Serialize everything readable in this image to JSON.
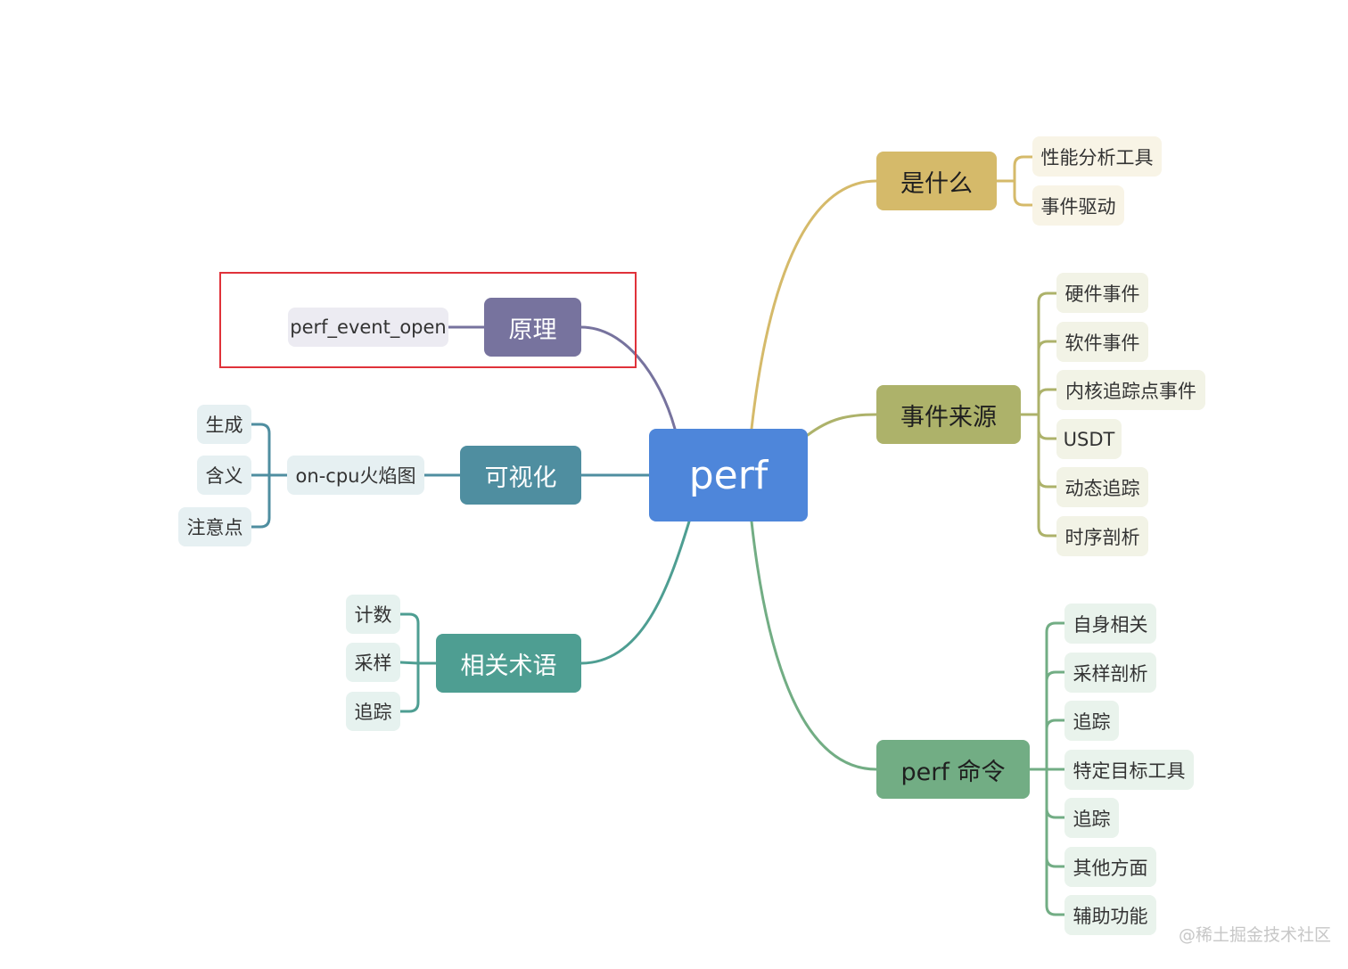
{
  "root": "perf",
  "branches": {
    "shishenme": {
      "label": "是什么",
      "color": "#d5ba6a",
      "leaf_bg": "#f8f4e6",
      "leaf_line": "#d5ba6a",
      "leaves": [
        "性能分析工具",
        "事件驱动"
      ]
    },
    "shijianlaiyuan": {
      "label": "事件来源",
      "color": "#adb26a",
      "leaf_bg": "#f2f3e6",
      "leaf_line": "#adb26a",
      "leaves": [
        "硬件事件",
        "软件事件",
        "内核追踪点事件",
        "USDT",
        "动态追踪",
        "时序剖析"
      ]
    },
    "command": {
      "label": "perf 命令",
      "color": "#72ad84",
      "leaf_bg": "#e9f3ec",
      "leaf_line": "#72ad84",
      "leaves": [
        "自身相关",
        "采样剖析",
        "追踪",
        "特定目标工具",
        "追踪",
        "其他方面",
        "辅助功能"
      ]
    },
    "yuanli": {
      "label": "原理",
      "color": "#77739e",
      "leaf_bg": "#ecebf2",
      "leaf_line": "#77739e",
      "leaves": [
        "perf_event_open"
      ]
    },
    "keshihua": {
      "label": "可视化",
      "color": "#4f8ea0",
      "leaf_bg": "#e6f0f2",
      "leaf_line": "#4f8ea0",
      "child": "on-cpu火焰图",
      "leaves": [
        "生成",
        "含义",
        "注意点"
      ]
    },
    "shuyu": {
      "label": "相关术语",
      "color": "#4e9e92",
      "leaf_bg": "#e6f2ef",
      "leaf_line": "#4e9e92",
      "leaves": [
        "计数",
        "采样",
        "追踪"
      ]
    }
  },
  "watermark": "@稀土掘金技术社区"
}
